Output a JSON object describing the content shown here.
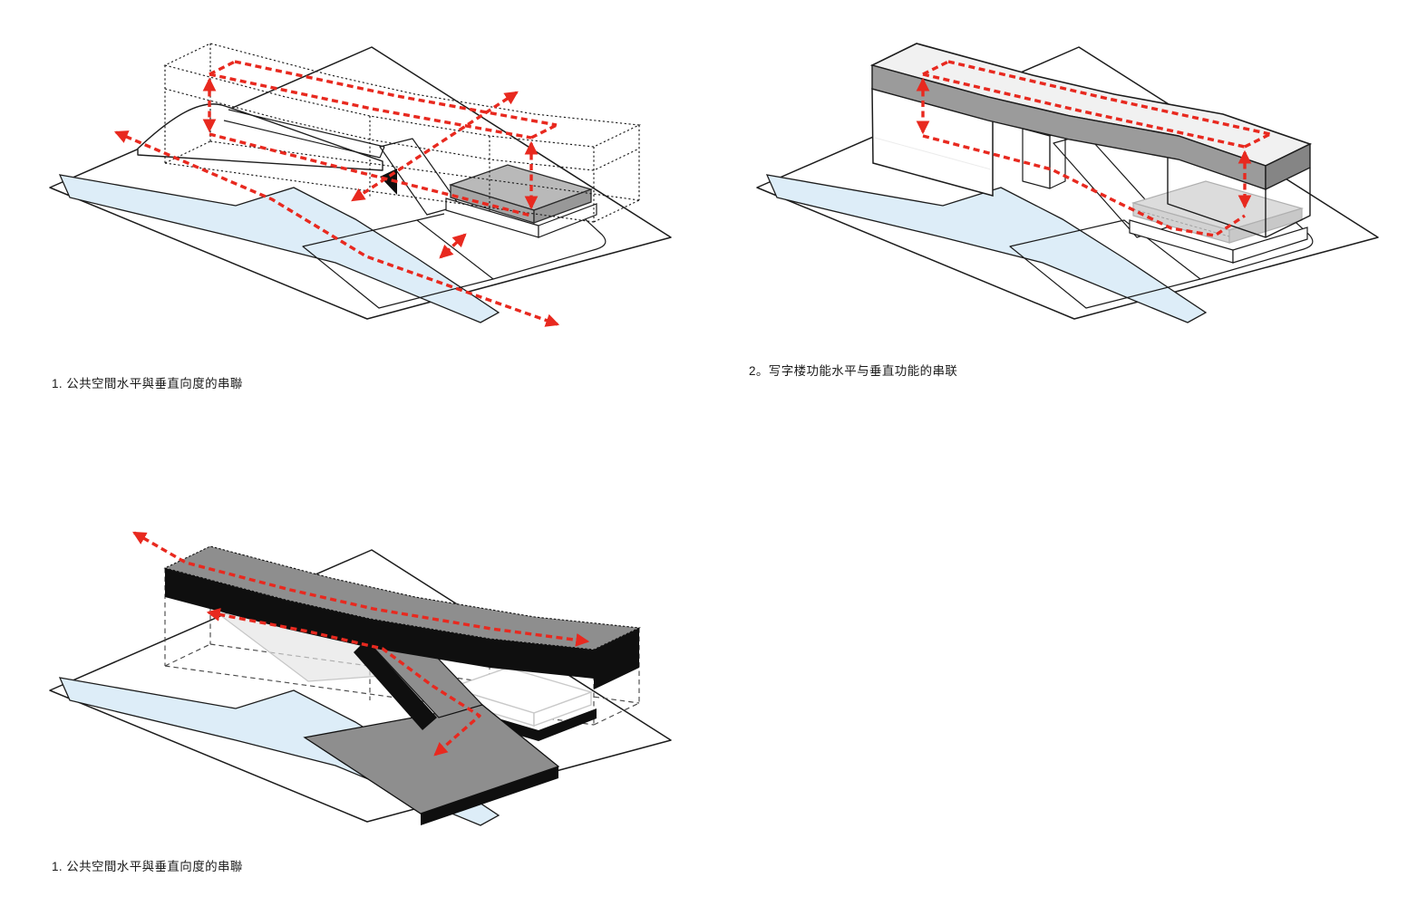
{
  "sheet": {
    "background": "#ffffff",
    "description_visible_text_only": true
  },
  "figures": [
    {
      "id": "diagram-1-top-left",
      "type": "axonometric-massing-diagram",
      "style": "dashed-envelope-with-public-space",
      "caption": "1. 公共空間水平與垂直向度的串聯",
      "elements": [
        "site-plane",
        "water-strip",
        "dashed-building-envelope",
        "roof-top-face",
        "landscape-berm",
        "elevated-walkway",
        "ramp",
        "black-wedge",
        "gray-podium-volume",
        "plaza",
        "red-circulation-arrows"
      ]
    },
    {
      "id": "diagram-2-top-right",
      "type": "axonometric-massing-diagram",
      "style": "solid-building-volume",
      "caption": "2。写字楼功能水平与垂直功能的串联",
      "elements": [
        "site-plane",
        "water-strip",
        "building-bar",
        "roof-fascia-band",
        "office-blocks",
        "ramp",
        "glass-end-volume",
        "podium-slab",
        "plaza",
        "red-circulation-loop"
      ]
    },
    {
      "id": "diagram-3-bottom-left",
      "type": "axonometric-massing-diagram",
      "style": "highlighted-circulation-spine",
      "caption": "1. 公共空間水平與垂直向度的串聯",
      "elements": [
        "site-plane",
        "water-strip",
        "dashed-envelope-outline",
        "gray-roof-ribbon",
        "black-fascia",
        "ramp-to-plaza",
        "gray-plaza",
        "ghost-podium",
        "ghost-wedge",
        "red-circulation-arrows"
      ]
    }
  ],
  "colors": {
    "accent_red": "#e8291f",
    "water_blue": "#ddedf8",
    "roof_light_gray": "#f1f1f1",
    "envelope_top_gray": "#ededed",
    "fascia_mid_gray": "#9b9b9b",
    "fascia_dark_gray": "#858585",
    "massing_gray": "#8e8e8e",
    "fascia_black": "#0f0f0f",
    "podium_top_gray": "#b9b9b9",
    "podium_front_gray": "#a5a5a5",
    "ghost_slab_gray": "#dcdcdc",
    "line_ink": "#1c1c1c",
    "dash_gray": "#4a4a4a",
    "text_ink": "#1a1a1a"
  },
  "arrows": {
    "style": "red-dashed",
    "meaning_location": "horizontal-and-vertical-circulation-paths",
    "double_headed": true
  }
}
